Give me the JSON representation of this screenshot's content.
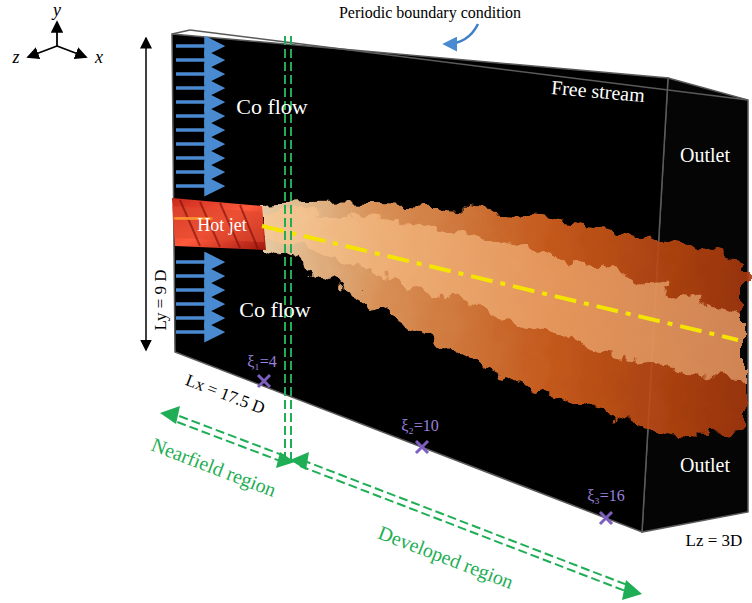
{
  "diagram": {
    "labels": [
      "Periodic boundary condition",
      "Free stream",
      "y",
      "z",
      "x",
      "Co flow",
      "Hot jet",
      "Co flow",
      "Outlet",
      "Outlet",
      "Ly = 9 D",
      "Lx = 17.5 D",
      "ξ₁=4",
      "ξ₂=10",
      "ξ₃=16",
      "Lz = 3D",
      "Nearfield region",
      "Developed region"
    ]
  }
}
